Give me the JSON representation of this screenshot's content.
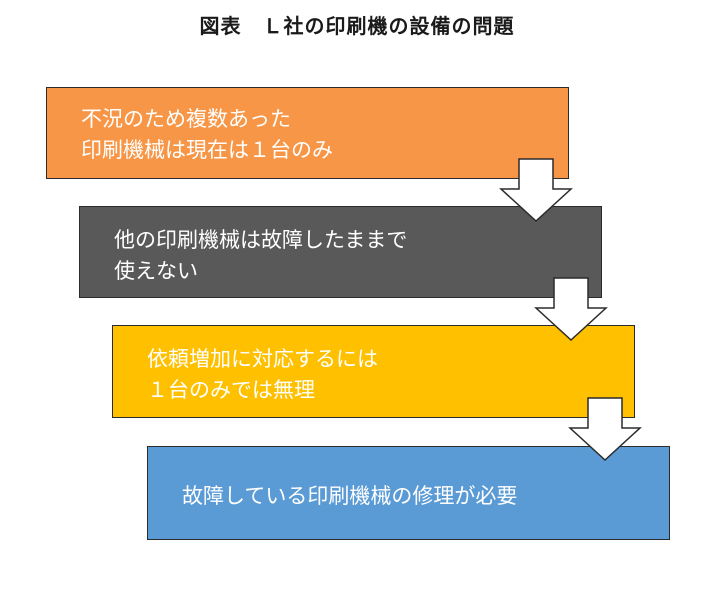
{
  "title": "図表　Ｌ社の印刷機の設備の問題",
  "steps": [
    {
      "lines": [
        "不況のため複数あった",
        "印刷機械は現在は１台のみ"
      ],
      "color": "#f79646"
    },
    {
      "lines": [
        "他の印刷機械は故障したままで",
        "使えない"
      ],
      "color": "#595959"
    },
    {
      "lines": [
        "依頼増加に対応するには",
        "１台のみでは無理"
      ],
      "color": "#ffc000"
    },
    {
      "lines": [
        "故障している印刷機械の修理が必要"
      ],
      "color": "#5b9bd5"
    }
  ],
  "arrow_color": "#ffffff",
  "arrow_outline": "#2b2b2b"
}
